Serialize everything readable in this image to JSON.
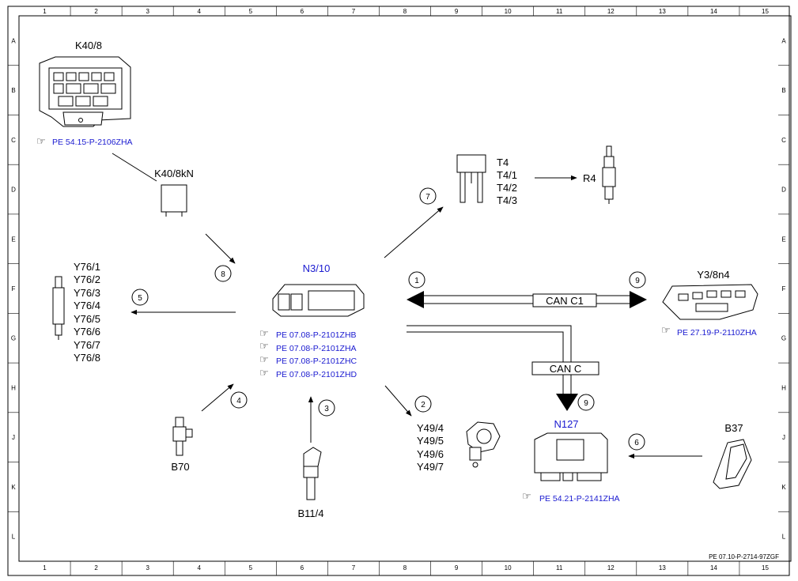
{
  "grid": {
    "columns": [
      "1",
      "2",
      "3",
      "4",
      "5",
      "6",
      "7",
      "8",
      "9",
      "10",
      "11",
      "12",
      "13",
      "14",
      "15"
    ],
    "rows": [
      "A",
      "B",
      "C",
      "D",
      "E",
      "F",
      "G",
      "H",
      "J",
      "K",
      "L"
    ]
  },
  "components": {
    "k40_8": "K40/8",
    "k40_8_ref": "PE 54.15-P-2106ZHA",
    "k40_8kn": "K40/8kN",
    "t4": [
      "T4",
      "T4/1",
      "T4/2",
      "T4/3"
    ],
    "r4": "R4",
    "y76": [
      "Y76/1",
      "Y76/2",
      "Y76/3",
      "Y76/4",
      "Y76/5",
      "Y76/6",
      "Y76/7",
      "Y76/8"
    ],
    "n3_10": "N3/10",
    "n3_10_refs": [
      "PE 07.08-P-2101ZHB",
      "PE 07.08-P-2101ZHA",
      "PE 07.08-P-2101ZHC",
      "PE 07.08-P-2101ZHD"
    ],
    "y3_8n4": "Y3/8n4",
    "y3_8n4_ref": "PE 27.19-P-2110ZHA",
    "can_c1": "CAN C1",
    "can_c": "CAN C",
    "b70": "B70",
    "b11_4": "B11/4",
    "y49": [
      "Y49/4",
      "Y49/5",
      "Y49/6",
      "Y49/7"
    ],
    "n127": "N127",
    "n127_ref": "PE 54.21-P-2141ZHA",
    "b37": "B37"
  },
  "callouts": [
    "1",
    "2",
    "3",
    "4",
    "5",
    "6",
    "7",
    "8",
    "9",
    "9"
  ],
  "footer": "PE 07.10-P-2714-97ZGF",
  "colors": {
    "link": "#1a1ad0",
    "line": "#000000"
  }
}
